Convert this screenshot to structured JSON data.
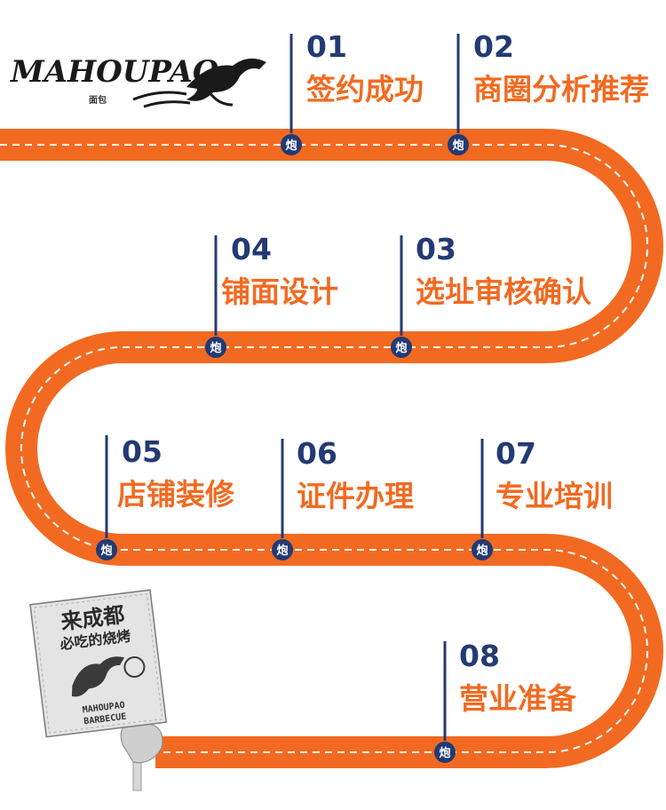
{
  "logo": {
    "text": "MAHOUPAO",
    "sub": "面包"
  },
  "pin_glyph": "炮",
  "colors": {
    "road": "#f26a21",
    "dash": "#ffffff",
    "navy": "#233a73",
    "label": "#f26a21"
  },
  "steps": [
    {
      "num": "01",
      "label": "签约成功"
    },
    {
      "num": "02",
      "label": "商圈分析推荐"
    },
    {
      "num": "03",
      "label": "选址审核确认"
    },
    {
      "num": "04",
      "label": "铺面设计"
    },
    {
      "num": "05",
      "label": "店铺装修"
    },
    {
      "num": "06",
      "label": "证件办理"
    },
    {
      "num": "07",
      "label": "专业培训"
    },
    {
      "num": "08",
      "label": "营业准备"
    }
  ],
  "sign": {
    "line1": "来成都",
    "line2": "必吃的烧烤",
    "brand": "MAHOUPAO",
    "sub": "BARBECUE"
  }
}
